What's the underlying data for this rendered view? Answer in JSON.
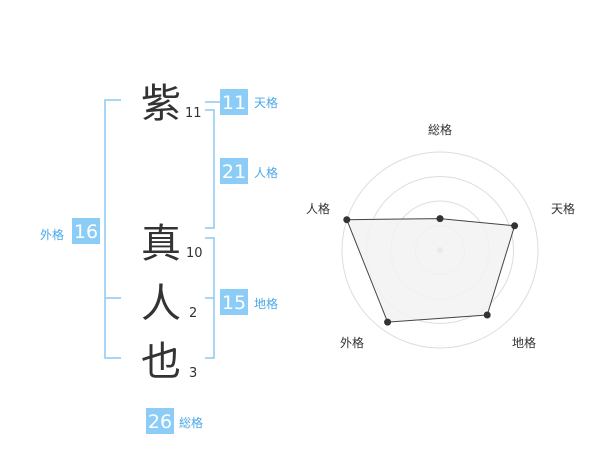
{
  "colors": {
    "bracket": "#8cc8f0",
    "badge": "#8ccdf8",
    "badge_text": "#ffffff",
    "label": "#4aa8e8",
    "kanji": "#333333",
    "radar_grid": "#dddddd",
    "radar_fill": "#f2f2f2",
    "radar_stroke": "#444444",
    "radar_point": "#333333"
  },
  "name": {
    "chars": [
      {
        "char": "紫",
        "strokes": "11"
      },
      {
        "char": "真",
        "strokes": "10"
      },
      {
        "char": "人",
        "strokes": "2"
      },
      {
        "char": "也",
        "strokes": "3"
      }
    ]
  },
  "scores": {
    "tenkaku": {
      "value": "11",
      "label": "天格"
    },
    "jinkaku": {
      "value": "21",
      "label": "人格"
    },
    "chikaku": {
      "value": "15",
      "label": "地格"
    },
    "gaikaku": {
      "value": "16",
      "label": "外格"
    },
    "soukaku": {
      "value": "26",
      "label": "総格"
    }
  },
  "chart_data": {
    "type": "radar",
    "axes": [
      "総格",
      "天格",
      "地格",
      "外格",
      "人格"
    ],
    "levels": 4,
    "values": [
      0.32,
      0.8,
      0.82,
      0.91,
      1.0
    ]
  }
}
